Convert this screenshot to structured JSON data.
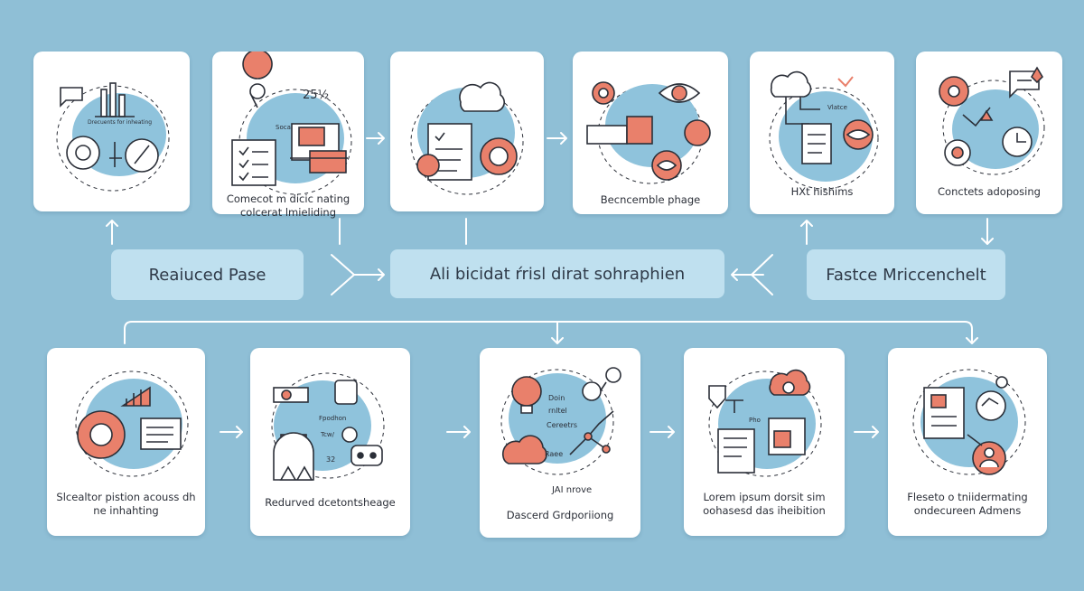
{
  "top_row": [
    {
      "caption": "",
      "mini": "Drecuents for inheating"
    },
    {
      "caption": "Comecot m dicic nating colcerat lmieliding",
      "mini_a": "25½",
      "mini_b": "Socal"
    },
    {
      "caption": ""
    },
    {
      "caption": "Becncemble phage"
    },
    {
      "caption": "HXt hishims",
      "mini": "Vlatce"
    },
    {
      "caption": "Conctets adoposing"
    }
  ],
  "middle_bar": {
    "left": "Reaiuced Pase",
    "center": "Ali bicidat ŕrisl dirat sohraphien",
    "right": "Fastce Mriccenchelt"
  },
  "bottom_row": [
    {
      "caption": "Slcealtor pistion acouss dh ne inhahting"
    },
    {
      "caption": "Redurved dcetontsheage",
      "mini_a": "Fpodhon",
      "mini_b": "Tcw/",
      "mini_c": "32"
    },
    {
      "caption": "Dascerd Grdporiiong",
      "mini_a": "Doin",
      "mini_b": "rnltel",
      "mini_c": "Cereetrs",
      "mini_d": "Raee",
      "mini_e": "JAI nrove"
    },
    {
      "caption": "Lorem ipsum dorsit sim oohasesd das iheibition",
      "mini": "Pho"
    },
    {
      "caption": "Fleseto o tniidermating ondecureen Admens"
    }
  ],
  "colors": {
    "background": "#8fbfd6",
    "accent": "#e9806b",
    "bubble": "#8fc3dc",
    "ink": "#2b2f38"
  }
}
